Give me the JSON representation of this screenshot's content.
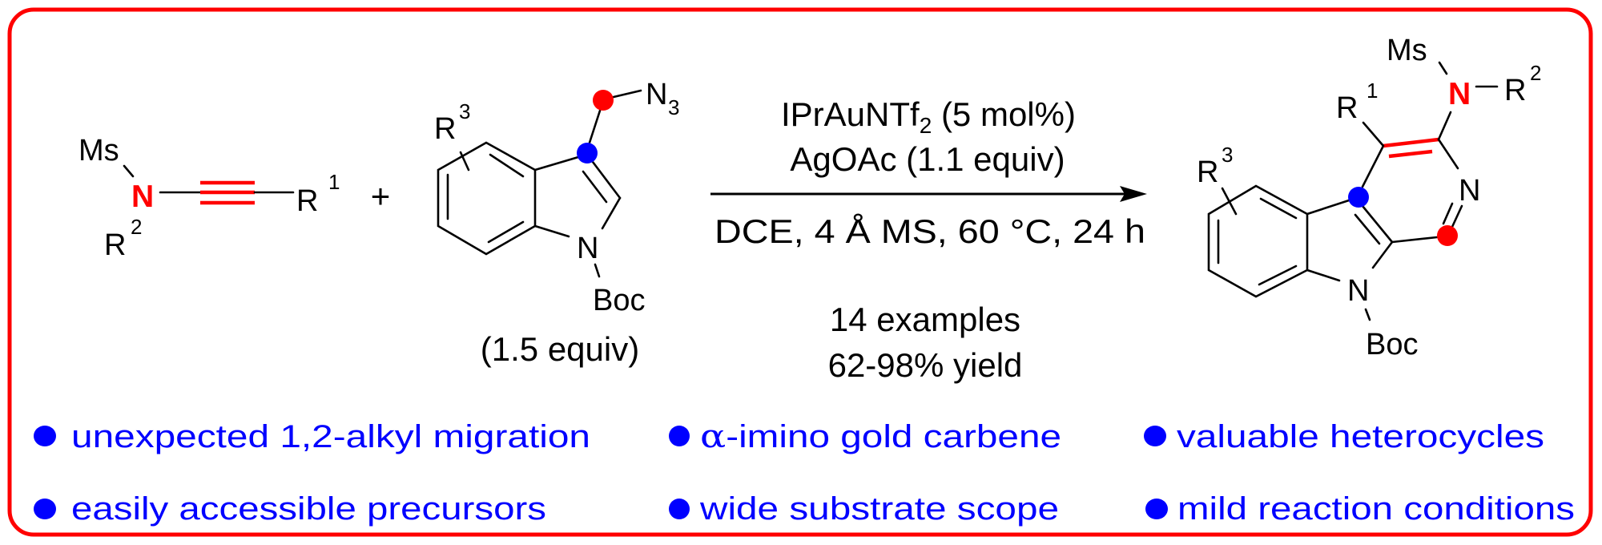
{
  "colors": {
    "frame": "#ff0000",
    "highlight": "#ff0000",
    "feature_text": "#0000ff",
    "bullet": "#0000ff",
    "dot_blue": "#0000ff",
    "dot_red": "#ff0000"
  },
  "reactant1": {
    "ms": "Ms",
    "n": "N",
    "r1": "R",
    "r1_sup": "1",
    "r2": "R",
    "r2_sup": "2"
  },
  "plus": "+",
  "reactant2": {
    "r3": "R",
    "r3_sup": "3",
    "n3": "N",
    "n3_sub": "3",
    "n": "N",
    "boc": "Boc",
    "amount": "(1.5 equiv)"
  },
  "conditions": {
    "catalyst": "IPrAuNTf",
    "catalyst_sub": "2",
    "catalyst_load": " (5 mol%)",
    "additive": "AgOAc (1.1 equiv)",
    "solvent": "DCE, 4 Å MS, 60 °C, 24 h",
    "examples": "14 examples",
    "yield": "62-98% yield"
  },
  "product": {
    "ms": "Ms",
    "n_amine": "N",
    "r2": "R",
    "r2_sup": "2",
    "r1": "R",
    "r1_sup": "1",
    "r3": "R",
    "r3_sup": "3",
    "n_ring": "N",
    "n_indole": "N",
    "boc": "Boc"
  },
  "features": [
    {
      "text": "unexpected 1,2-alkyl migration"
    },
    {
      "prefix": "α",
      "text": "-imino gold carbene"
    },
    {
      "text": "valuable heterocycles"
    },
    {
      "text": "easily accessible precursors"
    },
    {
      "text": "wide substrate scope"
    },
    {
      "text": "mild reaction conditions"
    }
  ]
}
